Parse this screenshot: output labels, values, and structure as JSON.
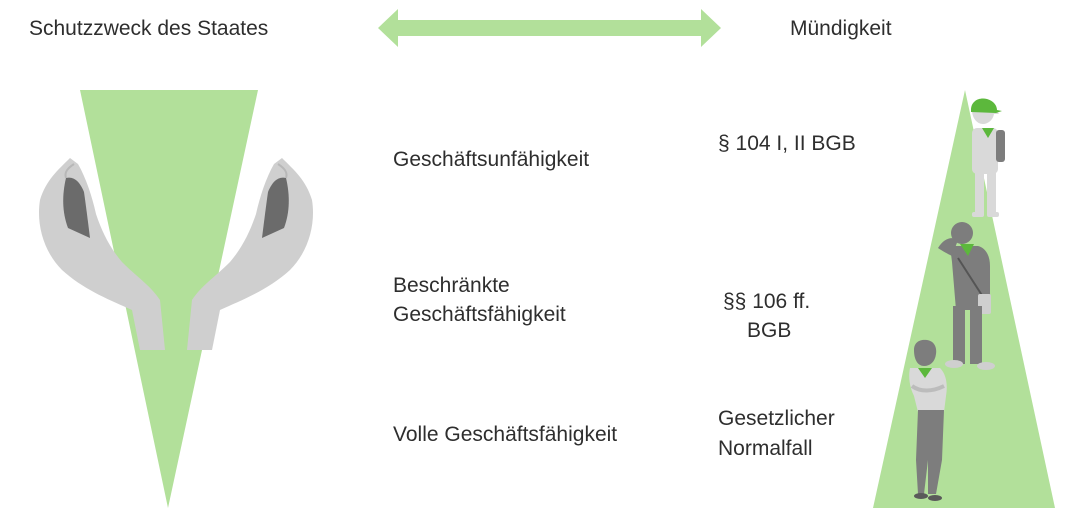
{
  "header": {
    "left_label": "Schutzzweck des Staates",
    "right_label": "Mündigkeit"
  },
  "levels": [
    {
      "name": "Geschäftsunfähigkeit",
      "law_line1": "§ 104 I, II BGB",
      "law_line2": ""
    },
    {
      "name_line1": "Beschränkte",
      "name_line2": "Geschäftsfähigkeit",
      "law_line1": "§§ 106 ff.",
      "law_line2": "BGB"
    },
    {
      "name": "Volle Geschäftsfähigkeit",
      "law_line1": "Gesetzlicher",
      "law_line2": "Normalfall"
    }
  ],
  "colors": {
    "accent_green": "#b2e09a",
    "icon_green": "#5cb83c",
    "hand_gray": "#cfcfcf",
    "hand_shadow": "#6b6b6b",
    "person_gray": "#7d7d7d",
    "person_light": "#d9d9d9",
    "text": "#2e2e2e"
  },
  "icons": [
    "double-arrow-icon",
    "protective-hands-icon",
    "child-figure-icon",
    "teen-figure-icon",
    "adult-figure-icon"
  ]
}
